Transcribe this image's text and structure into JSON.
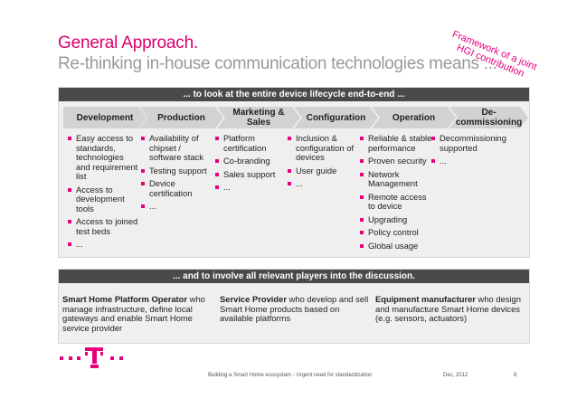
{
  "header": {
    "title": "General Approach.",
    "subtitle": "Re-thinking in-house communication technologies means ..."
  },
  "ribbon": {
    "line1": "Framework of a joint",
    "line2": "HGI contribution"
  },
  "lifecycle": {
    "banner": "... to look at the entire device lifecycle end-to-end ...",
    "phases": [
      {
        "label": "Development",
        "items": [
          "Easy access to standards, technologies and requirement list",
          "Access to development tools",
          "Access to joined test beds",
          "..."
        ]
      },
      {
        "label": "Production",
        "items": [
          "Availability of chipset / software stack",
          "Testing support",
          "Device certification",
          "..."
        ]
      },
      {
        "label": "Marketing & Sales",
        "items": [
          "Platform certification",
          "Co-branding",
          "Sales support",
          "..."
        ]
      },
      {
        "label": "Configuration",
        "items": [
          "Inclusion & configuration of devices",
          "User guide",
          "..."
        ]
      },
      {
        "label": "Operation",
        "items": [
          "Reliable & stable performance",
          "Proven security",
          "Network Management",
          "Remote access to device",
          "Upgrading",
          "Policy control",
          "Global usage"
        ]
      },
      {
        "label": "De-commissioning",
        "items": [
          "Decommissioning supported",
          "..."
        ]
      }
    ]
  },
  "players": {
    "banner": "... and to involve all relevant players into the discussion.",
    "entries": [
      {
        "role": "Smart Home Platform Operator",
        "desc": " who manage infrastructure, define local gateways and enable Smart Home service provider"
      },
      {
        "role": "Service Provider",
        "desc": " who develop and sell Smart Home products based on available platforms"
      },
      {
        "role": "Equipment manufacturer",
        "desc": " who design and manufacture Smart Home devices (e.g. sensors, actuators)"
      }
    ]
  },
  "footer": {
    "caption": "Building a Smart Home ecosystem - Urgent need for standardization",
    "date": "Dec, 2012",
    "page": "8"
  },
  "colors": {
    "brand": "#e6007e",
    "title": "#d9006c",
    "subtitle": "#999999",
    "banner": "#4a4a4a"
  },
  "icons": [
    "telekom-t-logo-icon",
    "bullet-square-icon"
  ]
}
